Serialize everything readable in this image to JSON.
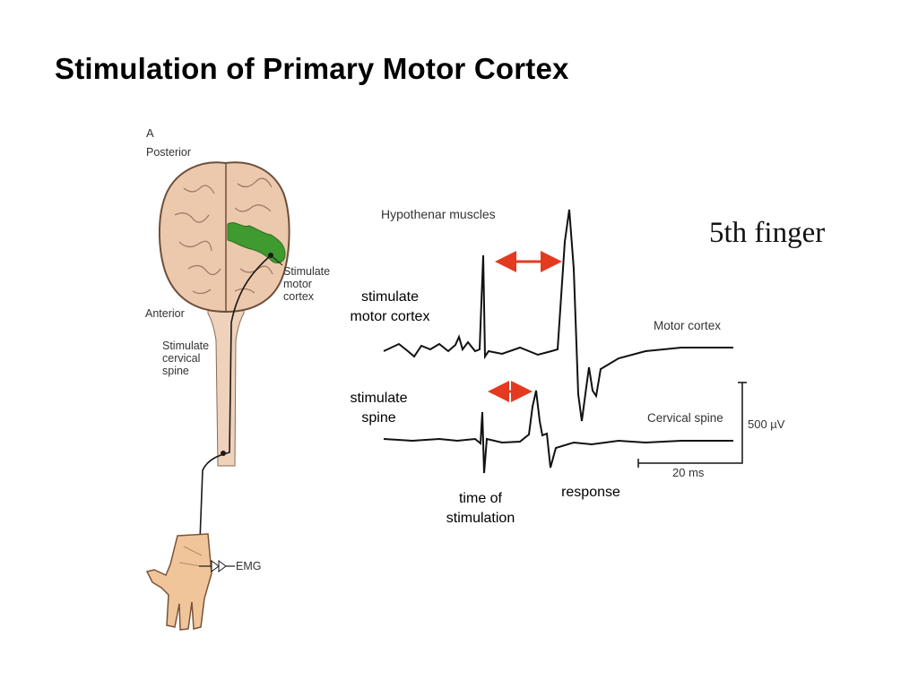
{
  "slide": {
    "title": "Stimulation of Primary Motor Cortex",
    "finger_label": "5th finger"
  },
  "figure": {
    "panel_letter": "A",
    "posterior_label": "Posterior",
    "anterior_label": "Anterior",
    "stimulate_motor_cortex_label": "Stimulate\nmotor\ncortex",
    "stimulate_cervical_spine_label": "Stimulate\ncervical\nspine",
    "emg_label": "EMG",
    "trace_header": "Hypothenar muscles",
    "trace_motor_cortex_label": "Motor cortex",
    "trace_cervical_spine_label": "Cervical spine",
    "scale_voltage": "500 µV",
    "scale_time": "20 ms",
    "colors": {
      "motor_cortex_area": "#3f9a2f",
      "arrow": "#e43a1f",
      "brain": "#ecc9ad"
    }
  },
  "annotations": {
    "stimulate_motor_cortex": "stimulate\nmotor cortex",
    "stimulate_spine": "stimulate\nspine",
    "time_of_stimulation": "time of\nstimulation",
    "response": "response"
  }
}
